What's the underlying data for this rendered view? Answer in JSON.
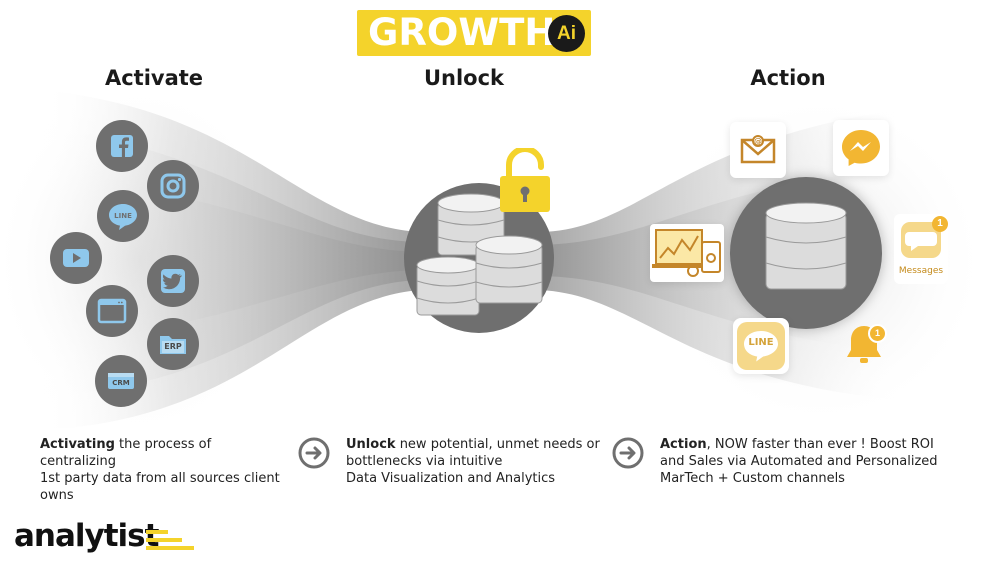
{
  "logo": {
    "text": "GROWTH",
    "badge": "Ai"
  },
  "stages": {
    "activate": "Activate",
    "unlock": "Unlock",
    "action": "Action"
  },
  "sources": [
    {
      "icon": "facebook-icon"
    },
    {
      "icon": "instagram-icon"
    },
    {
      "icon": "line-icon"
    },
    {
      "icon": "youtube-icon"
    },
    {
      "icon": "twitter-icon"
    },
    {
      "icon": "browser-window-icon"
    },
    {
      "icon": "erp-folder-icon",
      "label": "ERP"
    },
    {
      "icon": "crm-card-icon",
      "label": "CRM"
    }
  ],
  "channels": {
    "email": {
      "icon": "email-icon"
    },
    "messenger": {
      "icon": "messenger-icon"
    },
    "dashboard": {
      "icon": "analytics-dashboard-icon"
    },
    "messages": {
      "icon": "messages-bubble-icon",
      "badge": "1",
      "label": "Messages"
    },
    "line": {
      "icon": "line-app-icon",
      "label": "LINE"
    },
    "notification": {
      "icon": "notification-bell-icon",
      "badge": "1"
    }
  },
  "descriptions": {
    "activate": {
      "bold": "Activating",
      "line1": " the process of centralizing",
      "line2": "1st party data from all sources client",
      "line3": "owns"
    },
    "unlock": {
      "bold": "Unlock",
      "line1": " new potential, unmet needs or",
      "line2": "bottlenecks via intuitive",
      "line3": "Data Visualization and Analytics"
    },
    "action": {
      "bold": "Action",
      "line1": ", NOW faster than ever ! Boost ROI",
      "line2": "and Sales via Automated and Personalized",
      "line3": "MarTech + Custom channels"
    }
  },
  "brand": {
    "name": "analytist"
  },
  "colors": {
    "accent": "#f4d32b",
    "dark_circle": "#6f6f6f",
    "icon_blue": "#8fc8ec",
    "text": "#1f1f1f"
  }
}
